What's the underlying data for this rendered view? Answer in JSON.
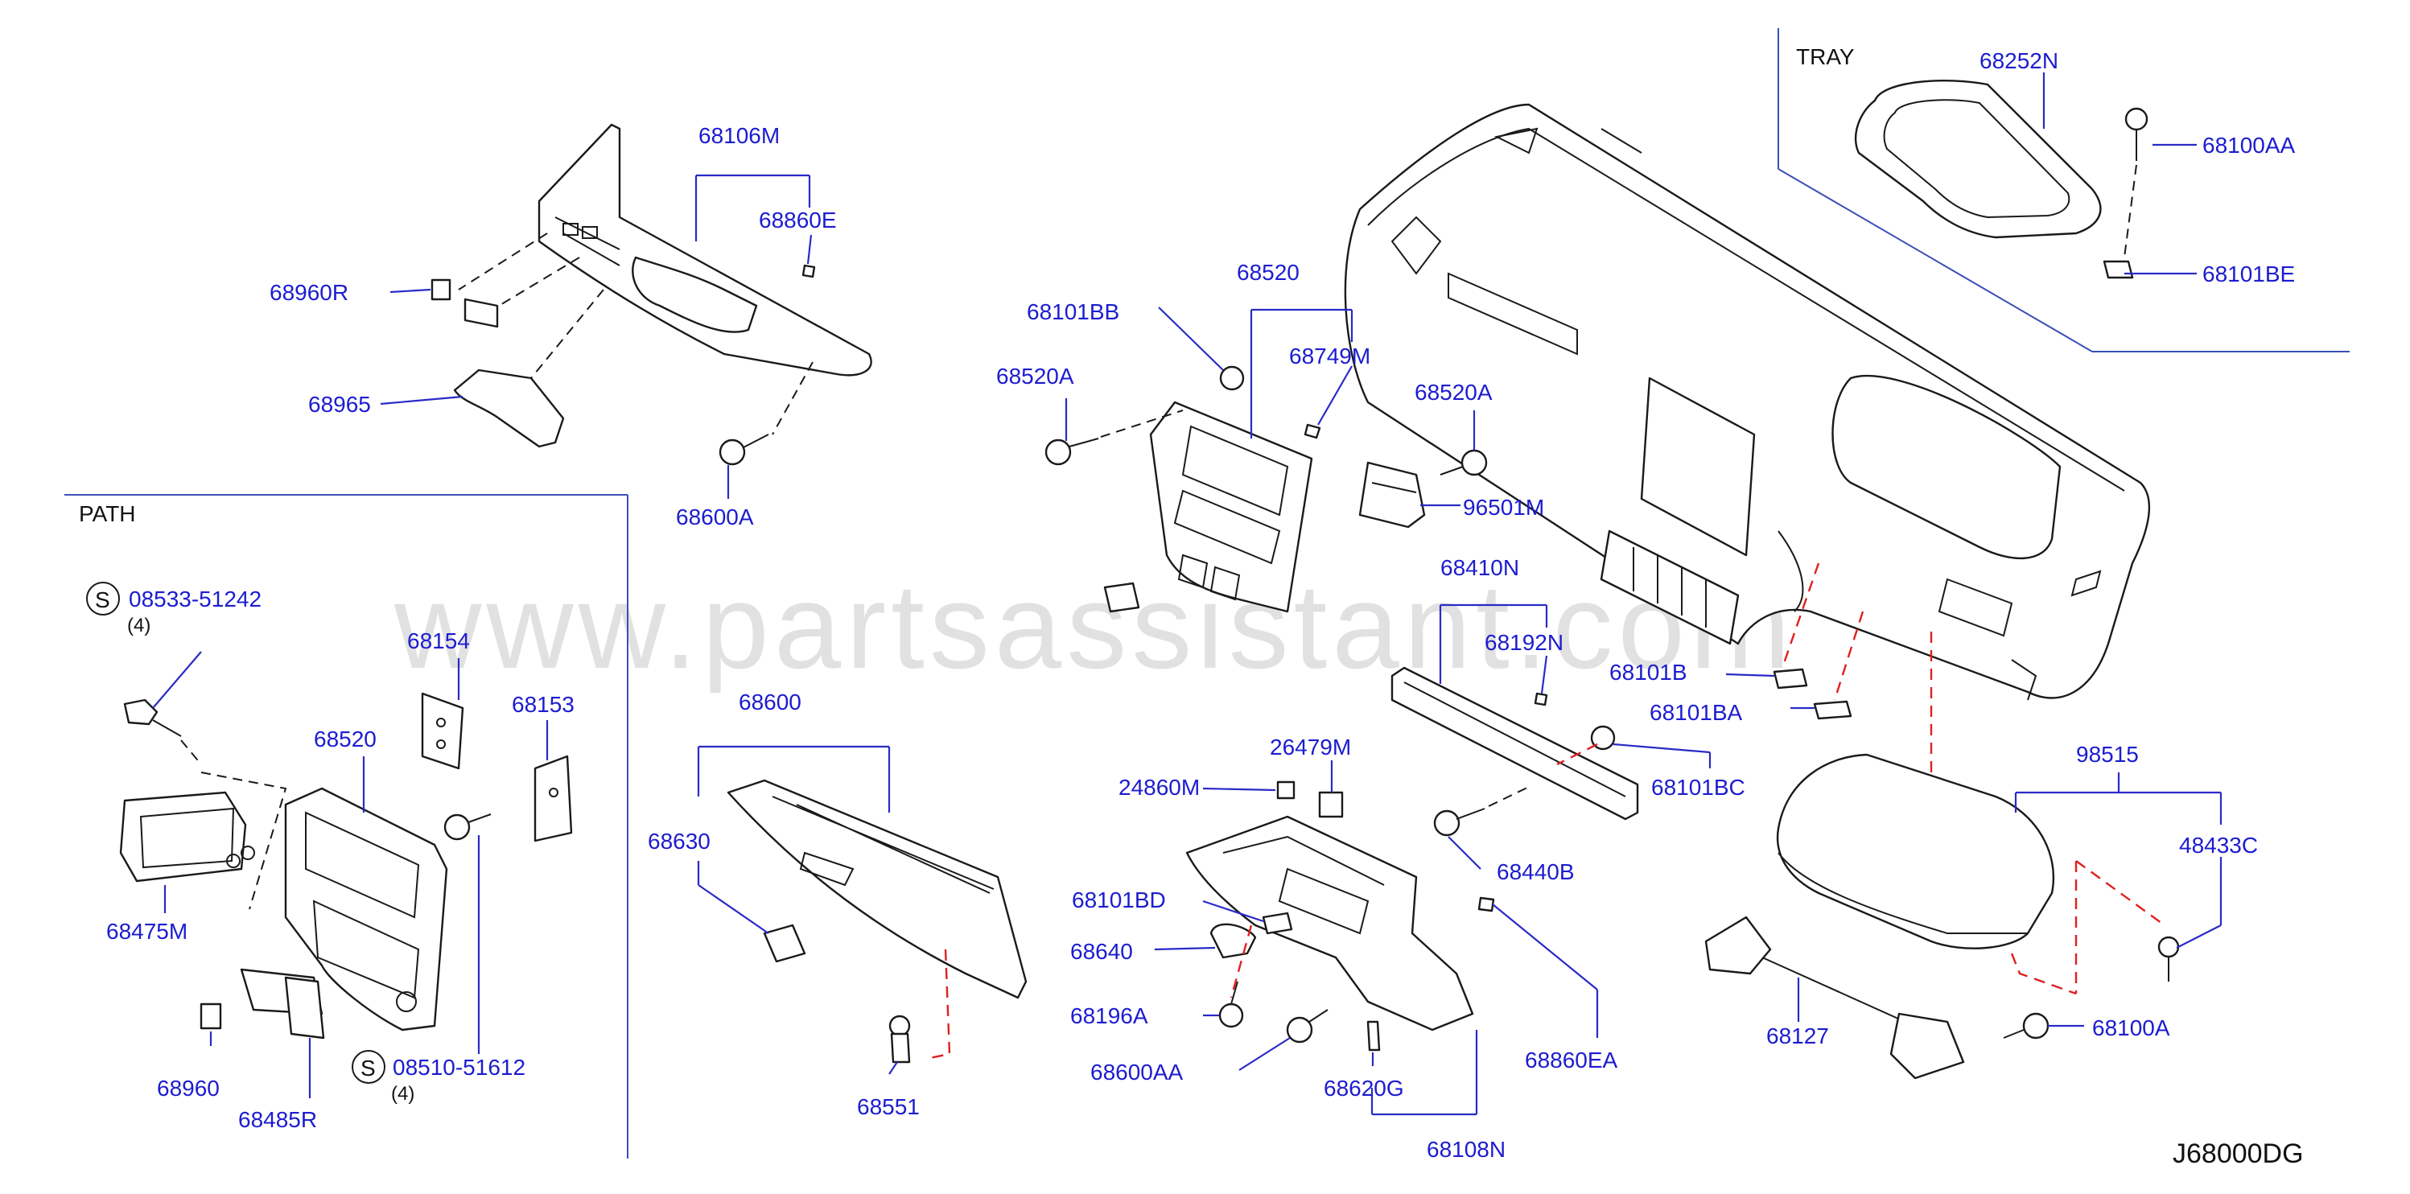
{
  "watermark": "www.partsassistant.com",
  "diagram_code": "J68000DG",
  "sections": {
    "tray": "TRAY",
    "path": "PATH"
  },
  "labels": {
    "p68106M": "68106M",
    "p68860E": "68860E",
    "p68960R": "68960R",
    "p68965": "68965",
    "p68600A": "68600A",
    "p68101BB": "68101BB",
    "p68520_top": "68520",
    "p68749M": "68749M",
    "p68520A_left": "68520A",
    "p68520A_right": "68520A",
    "p96501M": "96501M",
    "p68252N": "68252N",
    "p68100AA": "68100AA",
    "p68101BE": "68101BE",
    "p68410N": "68410N",
    "p68192N": "68192N",
    "p68101B": "68101B",
    "p68101BA": "68101BA",
    "p68101BC": "68101BC",
    "p68440B": "68440B",
    "p26479M": "26479M",
    "p24860M": "24860M",
    "p68101BD": "68101BD",
    "p68640": "68640",
    "p68196A": "68196A",
    "p68600AA": "68600AA",
    "p68620G": "68620G",
    "p68860EA": "68860EA",
    "p68108N": "68108N",
    "p68600": "68600",
    "p68630": "68630",
    "p68551": "68551",
    "p98515": "98515",
    "p48433C": "48433C",
    "p68127": "68127",
    "p68100A": "68100A",
    "p08533": "08533-51242",
    "p08533_qty": "(4)",
    "p68154": "68154",
    "p68153": "68153",
    "p68520_path": "68520",
    "p68475M": "68475M",
    "p68960": "68960",
    "p68485R": "68485R",
    "p08510": "08510-51612",
    "p08510_qty": "(4)",
    "screw_symbol": "S"
  }
}
